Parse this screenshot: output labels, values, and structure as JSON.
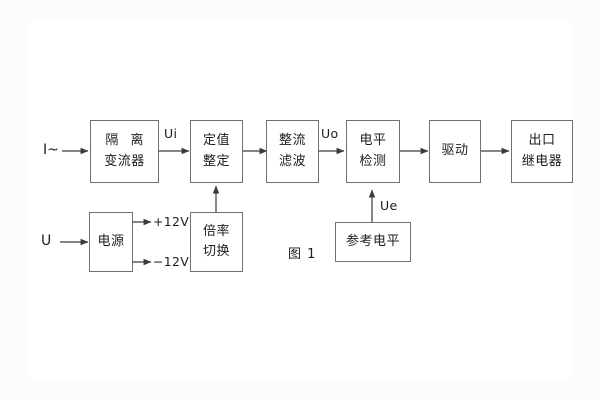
{
  "figure": {
    "caption": "图 1",
    "background": "#fcfcfd",
    "panel_background": "#ffffff",
    "box_border_color": "#6f6f6f",
    "wire_color": "#3b3b3b",
    "text_color": "#1d1d1d"
  },
  "inputs": [
    {
      "id": "current-input",
      "label": "I~"
    },
    {
      "id": "voltage-input",
      "label": "U"
    }
  ],
  "blocks": [
    {
      "id": "isolation-transformer",
      "line1": "隔 离",
      "line2": "变流器"
    },
    {
      "id": "setting-value",
      "line1": "定值",
      "line2": "整定"
    },
    {
      "id": "rectify-filter",
      "line1": "整流",
      "line2": "滤波"
    },
    {
      "id": "level-detection",
      "line1": "电平",
      "line2": "检测"
    },
    {
      "id": "drive",
      "line1": "驱动",
      "line2": ""
    },
    {
      "id": "output-relay",
      "line1": "出口",
      "line2": "继电器"
    },
    {
      "id": "power-supply",
      "line1": "电源",
      "line2": ""
    },
    {
      "id": "multiplier-switch",
      "line1": "倍率",
      "line2": "切换"
    },
    {
      "id": "reference-level",
      "line1": "参考电平",
      "line2": ""
    }
  ],
  "signals": [
    {
      "id": "ui",
      "label": "Ui"
    },
    {
      "id": "uo",
      "label": "Uo"
    },
    {
      "id": "ue",
      "label": "Ue"
    },
    {
      "id": "rail-pos",
      "label": "+12V"
    },
    {
      "id": "rail-neg",
      "label": "−12V"
    }
  ]
}
